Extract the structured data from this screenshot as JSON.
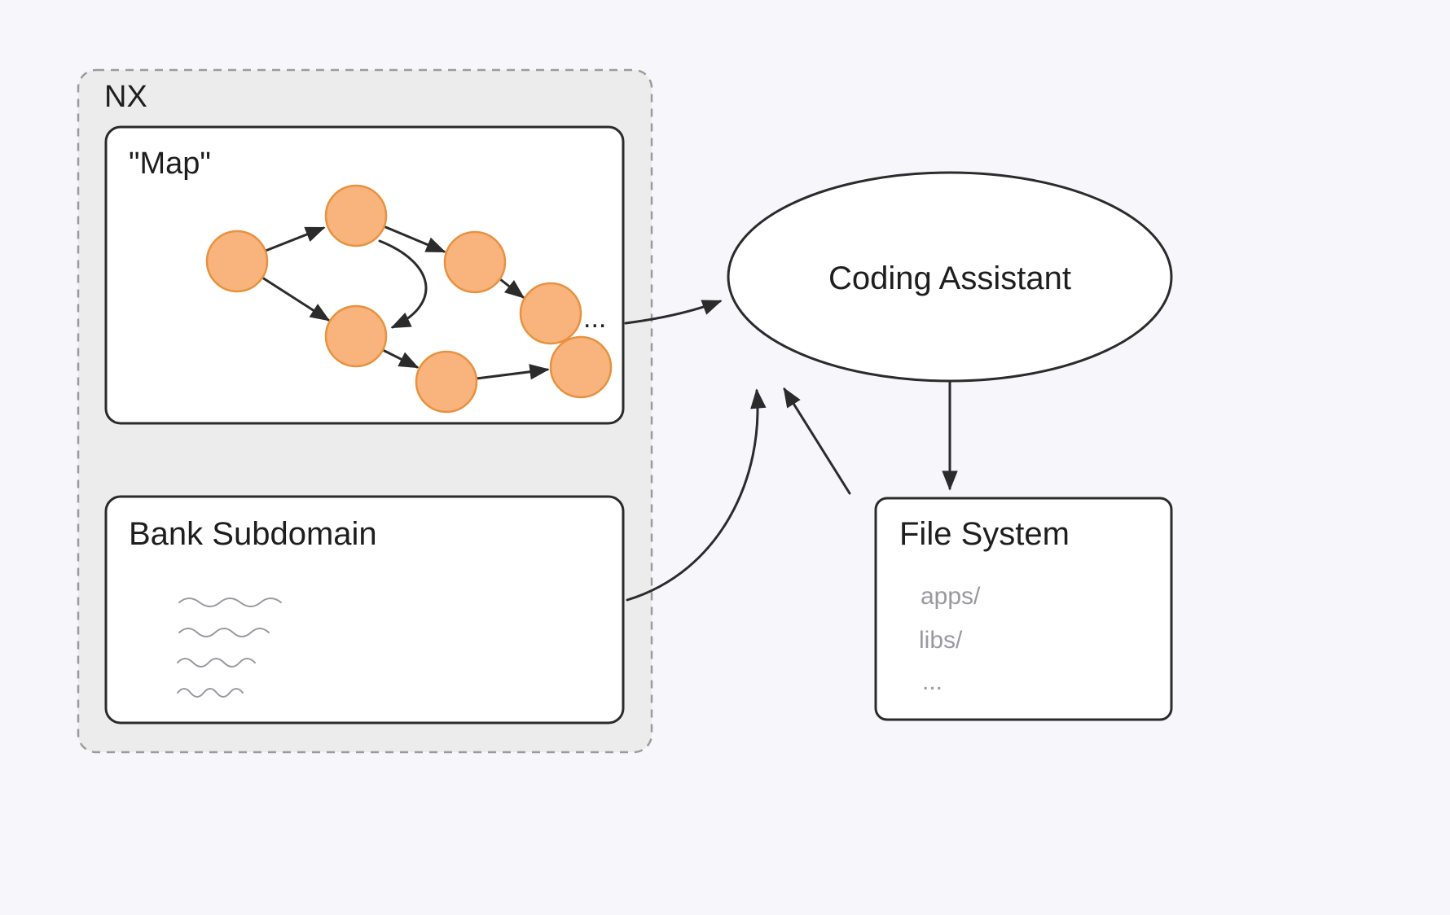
{
  "colors": {
    "background": "#f7f6fa",
    "stroke": "#2b2b2b",
    "text": "#1e1e1e",
    "muted_text": "#9a99a0",
    "container_fill": "#ececec",
    "container_border": "#9b9b9b",
    "node_fill": "#f8b47c",
    "node_stroke": "#e8913f"
  },
  "nx": {
    "label": "NX"
  },
  "map": {
    "label": "\"Map\"",
    "ellipsis": "..."
  },
  "bank_subdomain": {
    "label": "Bank Subdomain"
  },
  "coding_assistant": {
    "label": "Coding Assistant"
  },
  "file_system": {
    "label": "File System",
    "entries": [
      "apps/",
      "libs/",
      "..."
    ]
  }
}
